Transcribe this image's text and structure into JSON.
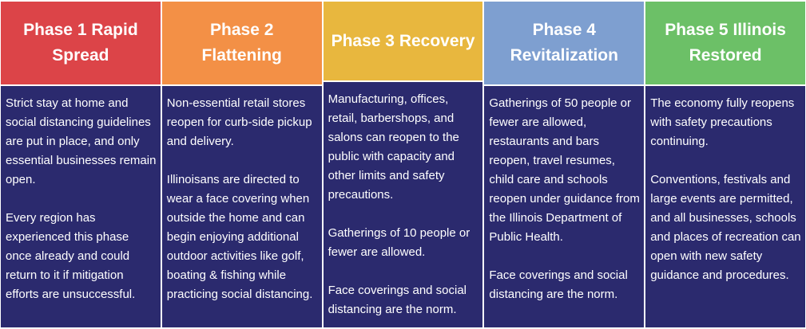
{
  "colors": {
    "phase1": "#dc4448",
    "phase2": "#f39046",
    "phase3": "#e8b73e",
    "phase4": "#7e9fd0",
    "phase5": "#6cc067",
    "body_bg": "#2b2a6e"
  },
  "phases": [
    {
      "title": "Phase 1 Rapid Spread",
      "paragraphs": [
        "Strict stay at home and social distancing guidelines are put in place, and only essential businesses remain open.",
        "Every region has experienced this phase once already and could return to it if mitigation efforts are unsuccessful."
      ]
    },
    {
      "title": "Phase 2 Flattening",
      "paragraphs": [
        "Non-essential retail stores reopen for curb-side pickup and delivery.",
        "Illinoisans are directed to wear a face covering when outside the home and can begin enjoying additional outdoor activities like golf, boating & fishing while practicing social distancing."
      ]
    },
    {
      "title": "Phase 3 Recovery",
      "paragraphs": [
        "Manufacturing, offices, retail, barbershops, and salons can reopen to the public with capacity and other limits and safety precautions.",
        "Gatherings of 10 people or fewer are allowed.",
        "Face coverings and social distancing are the norm."
      ]
    },
    {
      "title": "Phase 4 Revitalization",
      "paragraphs": [
        "Gatherings of 50 people or fewer are allowed, restaurants and bars reopen, travel resumes, child care and schools reopen under guidance from the Illinois Department of Public Health.",
        "Face coverings and social distancing are the norm."
      ]
    },
    {
      "title": "Phase 5 Illinois Restored",
      "paragraphs": [
        "The economy fully reopens with safety precautions continuing.",
        "Conventions, festivals and large events are permitted, and all businesses, schools and places of recreation can open with new safety guidance and procedures."
      ]
    }
  ]
}
